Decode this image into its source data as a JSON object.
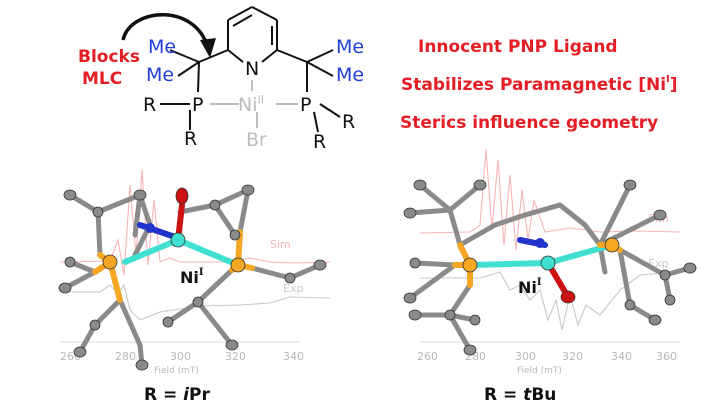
{
  "scheme": {
    "note": {
      "line1": "Blocks",
      "line2": "MLC"
    },
    "features": [
      {
        "text": "Innocent PNP Ligand"
      },
      {
        "pre": "Stabilizes Paramagnetic [Ni",
        "sup": "I",
        "post": "]"
      },
      {
        "text": "Sterics influence geometry"
      }
    ],
    "structure": {
      "me": "Me",
      "n": "N",
      "p": "P",
      "r": "R",
      "ni": "Ni",
      "ni_ox": "II",
      "br": "Br"
    }
  },
  "panels": [
    {
      "caption_prefix": "R = ",
      "caption_italic": "i",
      "caption_rest": "Pr",
      "metal": "Ni",
      "metal_ox": "I",
      "sim_label": "Sim",
      "exp_label": "Exp",
      "axis_label": "Field (mT)",
      "axis_ticks": [
        260,
        280,
        300,
        320,
        340
      ]
    },
    {
      "caption_prefix": "R = ",
      "caption_italic": "t",
      "caption_rest": "Bu",
      "metal": "Ni",
      "metal_ox": "I",
      "sim_label": "Sim",
      "exp_label": "Exp",
      "axis_label": "Field (mT)",
      "axis_ticks": [
        260,
        280,
        300,
        320,
        340,
        360
      ]
    }
  ],
  "colors": {
    "accent_red": "#e31e24",
    "methyl_blue": "#1f3fd8",
    "nickel": "#40e0d0",
    "phosphorus": "#f5a623",
    "nitrogen": "#2233cc",
    "oxygen": "#cc1111",
    "carbon": "#777777"
  }
}
